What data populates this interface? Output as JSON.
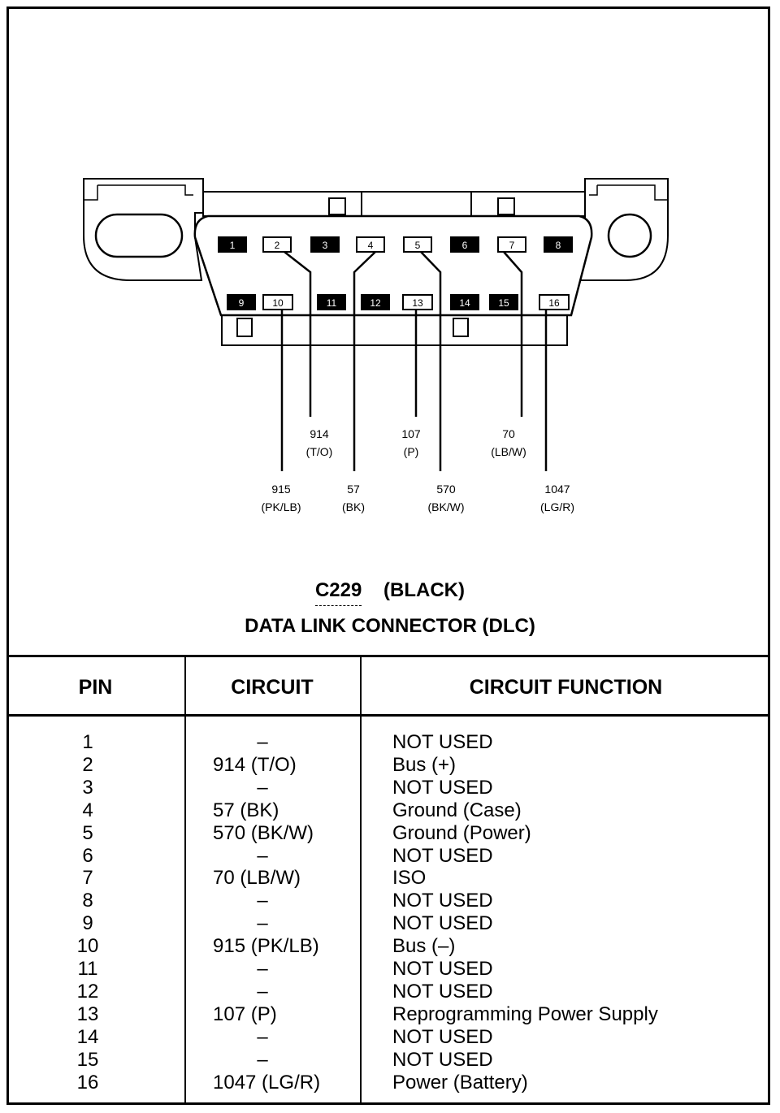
{
  "connector": {
    "id": "C229",
    "color": "(BLACK)",
    "name": "DATA LINK CONNECTOR (DLC)",
    "top_row_pins": [
      "1",
      "2",
      "3",
      "4",
      "5",
      "6",
      "7",
      "8"
    ],
    "bottom_row_pins": [
      "9",
      "10",
      "11",
      "12",
      "13",
      "14",
      "15",
      "16"
    ],
    "filled_pins": [
      "1",
      "3",
      "6",
      "8",
      "9",
      "11",
      "12",
      "14",
      "15"
    ],
    "open_pins": [
      "2",
      "4",
      "5",
      "7",
      "10",
      "13",
      "16"
    ]
  },
  "wires": [
    {
      "pin": "2",
      "circuit": "914",
      "color": "(T/O)"
    },
    {
      "pin": "4",
      "circuit": "57",
      "color": "(BK)"
    },
    {
      "pin": "5",
      "circuit": "570",
      "color": "(BK/W)"
    },
    {
      "pin": "7",
      "circuit": "70",
      "color": "(LB/W)"
    },
    {
      "pin": "10",
      "circuit": "915",
      "color": "(PK/LB)"
    },
    {
      "pin": "13",
      "circuit": "107",
      "color": "(P)"
    },
    {
      "pin": "16",
      "circuit": "1047",
      "color": "(LG/R)"
    }
  ],
  "table": {
    "headers": {
      "pin": "PIN",
      "circuit": "CIRCUIT",
      "function": "CIRCUIT FUNCTION"
    },
    "rows": [
      {
        "pin": "1",
        "circuit": "–",
        "function": "NOT USED"
      },
      {
        "pin": "2",
        "circuit": "914 (T/O)",
        "function": "Bus (+)"
      },
      {
        "pin": "3",
        "circuit": "–",
        "function": "NOT USED"
      },
      {
        "pin": "4",
        "circuit": "57 (BK)",
        "function": "Ground (Case)"
      },
      {
        "pin": "5",
        "circuit": "570 (BK/W)",
        "function": "Ground (Power)"
      },
      {
        "pin": "6",
        "circuit": "–",
        "function": "NOT USED"
      },
      {
        "pin": "7",
        "circuit": "70 (LB/W)",
        "function": "ISO"
      },
      {
        "pin": "8",
        "circuit": "–",
        "function": "NOT USED"
      },
      {
        "pin": "9",
        "circuit": "–",
        "function": "NOT USED"
      },
      {
        "pin": "10",
        "circuit": "915 (PK/LB)",
        "function": "Bus (–)"
      },
      {
        "pin": "11",
        "circuit": "–",
        "function": "NOT USED"
      },
      {
        "pin": "12",
        "circuit": "–",
        "function": "NOT USED"
      },
      {
        "pin": "13",
        "circuit": "107 (P)",
        "function": "Reprogramming Power Supply"
      },
      {
        "pin": "14",
        "circuit": "–",
        "function": "NOT USED"
      },
      {
        "pin": "15",
        "circuit": "–",
        "function": "NOT USED"
      },
      {
        "pin": "16",
        "circuit": "1047 (LG/R)",
        "function": "Power (Battery)"
      }
    ]
  }
}
